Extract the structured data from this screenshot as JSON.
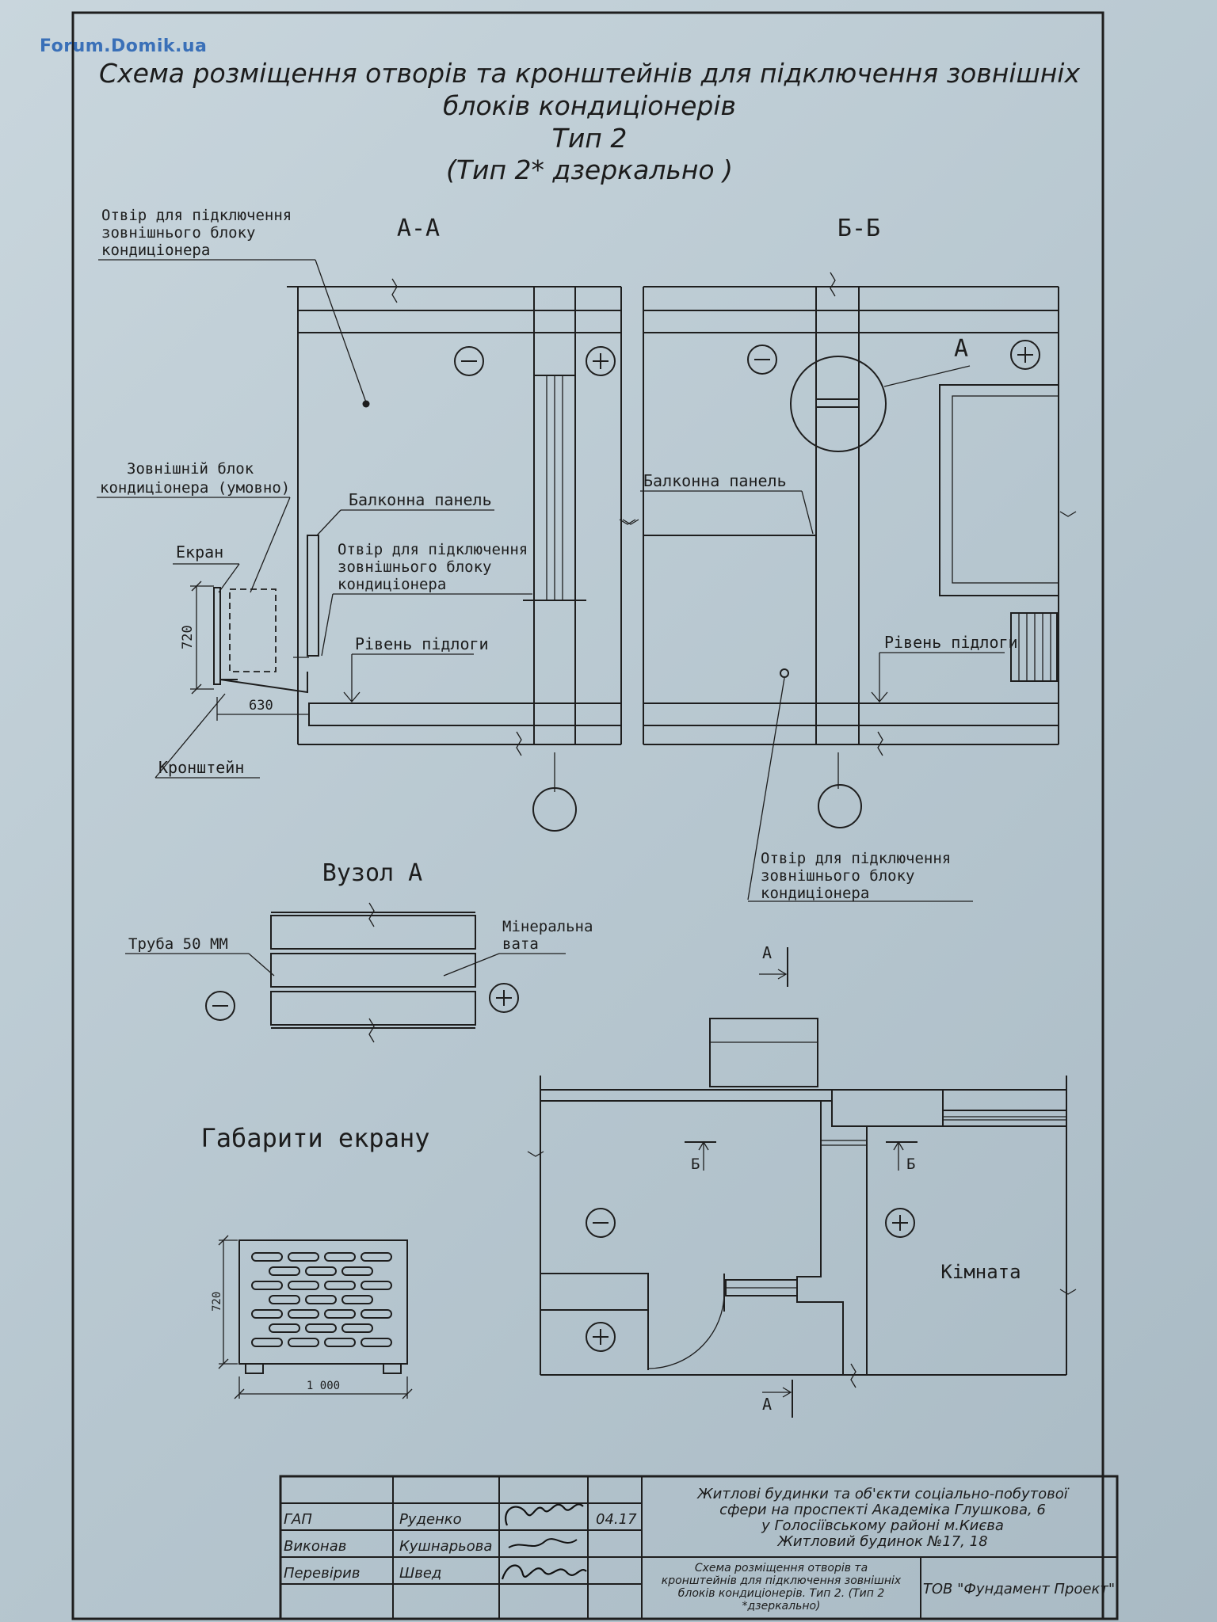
{
  "watermark": "Forum.Domik.ua",
  "title": {
    "line1": "Схема розміщення отворів та кронштейнів для підключення зовнішніх",
    "line2": "блоків кондиціонерів",
    "line3": "Тип 2",
    "line4": "(Тип 2* дзеркально )"
  },
  "section_aa": {
    "label": "А-А",
    "hole_callout": [
      "Отвір для підключення",
      "зовнішнього блоку",
      "кондиціонера"
    ],
    "outdoor_unit_callout": [
      "Зовнішній блок",
      "кондиціонера (умовно)"
    ],
    "screen_label": "Екран",
    "balcony_panel": "Балконна панель",
    "hole_callout_2": [
      "Отвір для підключення",
      "зовнішнього блоку",
      "кондиціонера"
    ],
    "floor_level": "Рівень підлоги",
    "dim_height": "720",
    "dim_width": "630",
    "bracket_label": "Кронштейн"
  },
  "section_bb": {
    "label": "Б-Б",
    "node_mark": "А",
    "balcony_panel": "Балконна панель",
    "floor_level": "Рівень підлоги",
    "hole_callout": [
      "Отвір для підключення",
      "зовнішнього блоку",
      "кондиціонера"
    ]
  },
  "node_a": {
    "title": "Вузол А",
    "pipe_label": "Труба 50 ММ",
    "wool_label": [
      "Мінеральна",
      "вата"
    ]
  },
  "screen_dims": {
    "title": "Габарити екрану",
    "height": "720",
    "width": "1 000"
  },
  "plan": {
    "cut_a": "А",
    "cut_b": "Б",
    "room_label": "Кімната"
  },
  "symbols": {
    "minus": "−",
    "plus": "+"
  },
  "stamp": {
    "rows": [
      {
        "role": "ГАП",
        "name": "Руденко",
        "date": "04.17"
      },
      {
        "role": "Виконав",
        "name": "Кушнарьова",
        "date": ""
      },
      {
        "role": "Перевірив",
        "name": "Швед",
        "date": ""
      }
    ],
    "project": [
      "Житлові будинки та об'єкти соціально-побутової",
      "сфери на проспекті Академіка Глушкова, 6",
      "у Голосіївському районі  м.Києва",
      "Житловий будинок №17, 18"
    ],
    "sheet_title": [
      "Схема розміщення отворів та",
      "кронштейнів для підключення зовнішніх",
      "блоків кондиціонерів. Тип 2. (Тип 2",
      "*дзеркально)"
    ],
    "company": "ТОВ \"Фундамент Проект\""
  }
}
